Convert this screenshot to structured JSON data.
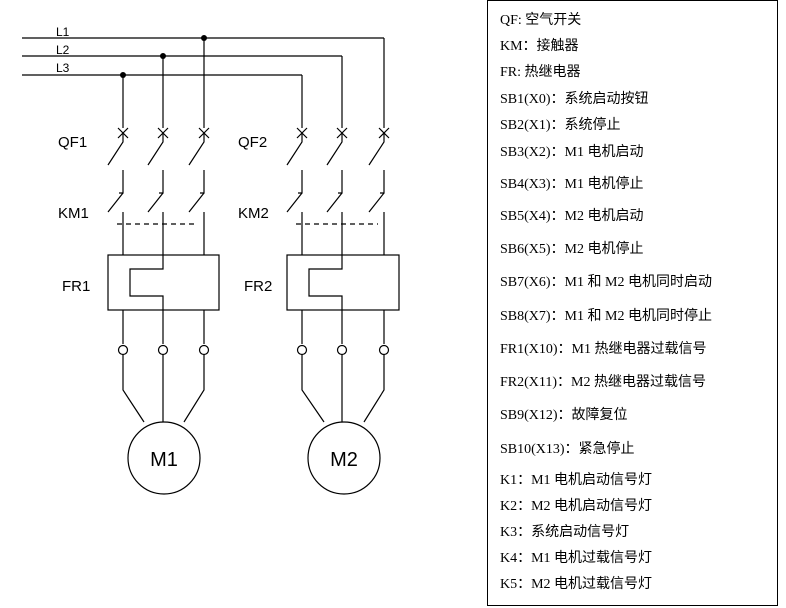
{
  "diagram": {
    "bus_labels": [
      "L1",
      "L2",
      "L3"
    ],
    "breaker_labels": [
      "QF1",
      "QF2"
    ],
    "contactor_labels": [
      "KM1",
      "KM2"
    ],
    "relay_labels": [
      "FR1",
      "FR2"
    ],
    "motor_labels": [
      "M1",
      "M2"
    ]
  },
  "legend": [
    "QF:  空气开关",
    "KM：接触器",
    "FR:  热继电器",
    "SB1(X0)：系统启动按钮",
    "SB2(X1)：系统停止",
    "SB3(X2)：M1 电机启动",
    "SB4(X3)：M1 电机停止",
    "SB5(X4)：M2 电机启动",
    "SB6(X5)：M2 电机停止",
    "SB7(X6)：M1 和 M2 电机同时启动",
    "SB8(X7)：M1 和 M2 电机同时停止",
    "FR1(X10)：M1 热继电器过载信号",
    "FR2(X11)：M2 热继电器过载信号",
    "SB9(X12)：故障复位",
    "SB10(X13)：紧急停止",
    "K1：M1 电机启动信号灯",
    "K2：M2 电机启动信号灯",
    "K3：系统启动信号灯",
    "K4：M1 电机过载信号灯",
    "K5：M2 电机过载信号灯"
  ]
}
